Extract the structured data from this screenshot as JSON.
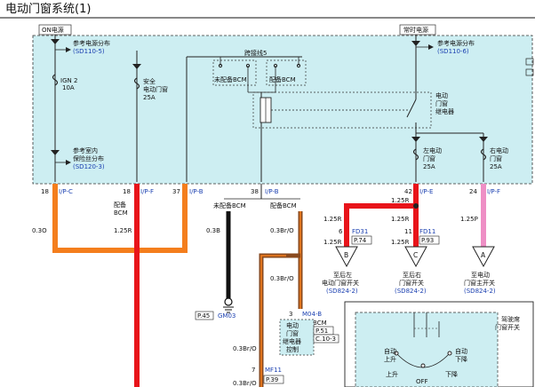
{
  "title": "电动门窗系统(1)",
  "power": {
    "on": "ON电源",
    "always": "常时电源"
  },
  "refs": {
    "left_dist": {
      "label": "参考电源分布",
      "code": "(SD110-5)"
    },
    "right_dist": {
      "label": "参考电源分布",
      "code": "(SD110-6)"
    },
    "fuse_dist": {
      "l1": "参考室内",
      "l2": "保险丝分布",
      "code": "(SD120-3)"
    }
  },
  "fuses": {
    "ign2": {
      "l1": "IGN 2",
      "l2": "10A"
    },
    "safe": {
      "l1": "安全",
      "l2": "电动门窗",
      "l3": "25A"
    },
    "left_win": {
      "l1": "左电动",
      "l2": "门窗",
      "l3": "25A"
    },
    "right_win": {
      "l1": "右电动",
      "l2": "门窗",
      "l3": "25A"
    }
  },
  "jumper": {
    "label": "跨接线5",
    "no_bcm": "未配备BCM",
    "bcm": "配备BCM"
  },
  "relay": {
    "l1": "电动",
    "l2": "门窗",
    "l3": "继电器"
  },
  "pins": {
    "p18a": "18",
    "c18a": "I/P-C",
    "p18b": "18",
    "c18b": "I/P-F",
    "p37": "37",
    "c37": "I/P-B",
    "p38": "38",
    "c38": "I/P-B",
    "p42": "42",
    "c42": "I/P-E",
    "p24": "24",
    "c24": "I/P-F"
  },
  "labels": {
    "bcm_equipped": {
      "l1": "配备",
      "l2": "BCM"
    },
    "no_bcm": "未配备BCM",
    "bcm": "配备BCM"
  },
  "wires": {
    "w_03o": "0.3O",
    "w_125r_a": "1.25R",
    "w_03b": "0.3B",
    "w_03bro_a": "0.3Br/O",
    "w_03bro_b": "0.3Br/O",
    "w_03bro_c": "0.3Br/O",
    "w_03bro_d": "0.3Br/O",
    "w_125r_b": "1.25R",
    "w_125r_c": "1.25R",
    "w_125r_d": "1.25R",
    "w_125r_e": "1.25R",
    "w_125r_f": "1.25R",
    "w_125p": "1.25P"
  },
  "connectors": {
    "fd31": {
      "pin": "6",
      "name": "FD31",
      "page": "P.74"
    },
    "fd11": {
      "pin": "11",
      "name": "FD11",
      "page": "P.93"
    },
    "m04b": {
      "pin": "3",
      "name": "M04-B",
      "extra": "BCM",
      "p1": "P.51",
      "p2": "C.10-3"
    },
    "mf11": {
      "pin": "7",
      "name": "MF11",
      "page": "P.39"
    }
  },
  "dests": {
    "b": {
      "letter": "B",
      "l1": "至后左",
      "l2": "电动门窗开关",
      "code": "(SD824-2)"
    },
    "c": {
      "letter": "C",
      "l1": "至后右",
      "l2": "门窗开关",
      "code": "(SD824-2)"
    },
    "a": {
      "letter": "A",
      "l1": "至电动",
      "l2": "门窗主开关",
      "code": "(SD824-2)"
    }
  },
  "ground": {
    "page": "P.45",
    "name": "GM03"
  },
  "bcm_box": {
    "l1": "电动",
    "l2": "门窗",
    "l3": "继电器",
    "l4": "控制"
  },
  "switch": {
    "title1": "驾驶席",
    "title2": "门窗开关",
    "auto_up1": "自动",
    "auto_up2": "上升",
    "auto_dn1": "自动",
    "auto_dn2": "下降",
    "up": "上升",
    "off": "OFF",
    "down": "下降"
  }
}
